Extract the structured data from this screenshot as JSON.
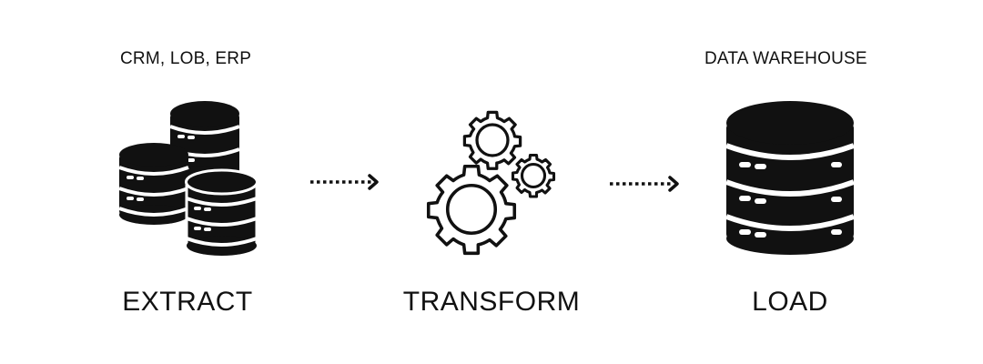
{
  "stages": {
    "extract": {
      "label": "EXTRACT",
      "caption": "CRM, LOB, ERP",
      "icon": "multiple-databases-icon"
    },
    "transform": {
      "label": "TRANSFORM",
      "icon": "gears-icon"
    },
    "load": {
      "label": "LOAD",
      "caption": "DATA WAREHOUSE",
      "icon": "database-server-icon"
    }
  },
  "arrows": [
    {
      "from": "extract",
      "to": "transform",
      "style": "dotted"
    },
    {
      "from": "transform",
      "to": "load",
      "style": "dotted"
    }
  ],
  "colors": {
    "ink": "#111111",
    "background": "#ffffff"
  }
}
